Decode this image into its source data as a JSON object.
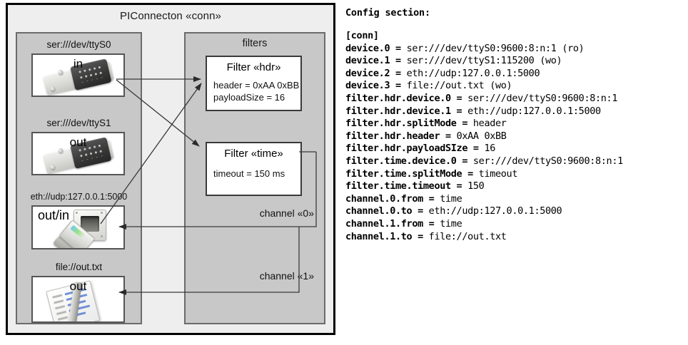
{
  "diagram": {
    "title": "PIConnecton «conn»",
    "devices_panel": {
      "title": "",
      "devices": [
        {
          "label": "ser:///dev/ttyS0",
          "direction": "in",
          "icon": "serial-port-icon"
        },
        {
          "label": "ser:///dev/ttyS1",
          "direction": "out",
          "icon": "serial-port-icon"
        },
        {
          "label": "eth://udp:127.0.0.1:5000",
          "direction": "out/in",
          "icon": "ethernet-jack-icon"
        },
        {
          "label": "file://out.txt",
          "direction": "out",
          "icon": "text-file-icon"
        }
      ]
    },
    "filters_panel": {
      "title": "filters",
      "filters": [
        {
          "title": "Filter «hdr»",
          "props": [
            "header = 0xAA 0xBB",
            "payloadSize = 16"
          ]
        },
        {
          "title": "Filter «time»",
          "props": [
            "timeout = 150 ms"
          ]
        }
      ],
      "channels": [
        {
          "label": "channel «0»"
        },
        {
          "label": "channel «1»"
        }
      ]
    },
    "colors": {
      "outer_bg": "#eeeeee",
      "panel_bg": "#c8c8c8",
      "panel_border": "#6b6b6b",
      "box_bg": "#ffffff",
      "box_border": "#555555",
      "frame_border": "#000000",
      "wire": "#3a3a3a"
    }
  },
  "config": {
    "heading": "Config section:",
    "lines": [
      {
        "key": "[conn]",
        "value": ""
      },
      {
        "key": "device.0 = ",
        "value": "ser:///dev/ttyS0:9600:8:n:1 (ro)"
      },
      {
        "key": "device.1 = ",
        "value": "ser:///dev/ttyS1:115200 (wo)"
      },
      {
        "key": "device.2 = ",
        "value": "eth://udp:127.0.0.1:5000"
      },
      {
        "key": "device.3 = ",
        "value": "file://out.txt (wo)"
      },
      {
        "key": "filter.hdr.device.0 = ",
        "value": "ser:///dev/ttyS0:9600:8:n:1"
      },
      {
        "key": "filter.hdr.device.1 = ",
        "value": "eth://udp:127.0.0.1:5000"
      },
      {
        "key": "filter.hdr.splitMode = ",
        "value": "header"
      },
      {
        "key": "filter.hdr.header = ",
        "value": "0xAA 0xBB"
      },
      {
        "key": "filter.hdr.payloadSIze = ",
        "value": "16"
      },
      {
        "key": "filter.time.device.0 = ",
        "value": "ser:///dev/ttyS0:9600:8:n:1"
      },
      {
        "key": "filter.time.splitMode = ",
        "value": "timeout"
      },
      {
        "key": "filter.time.timeout = ",
        "value": "150"
      },
      {
        "key": "channel.0.from = ",
        "value": "time"
      },
      {
        "key": "channel.0.to = ",
        "value": "eth://udp:127.0.0.1:5000"
      },
      {
        "key": "channel.1.from = ",
        "value": "time"
      },
      {
        "key": "channel.1.to = ",
        "value": "file://out.txt"
      }
    ]
  }
}
